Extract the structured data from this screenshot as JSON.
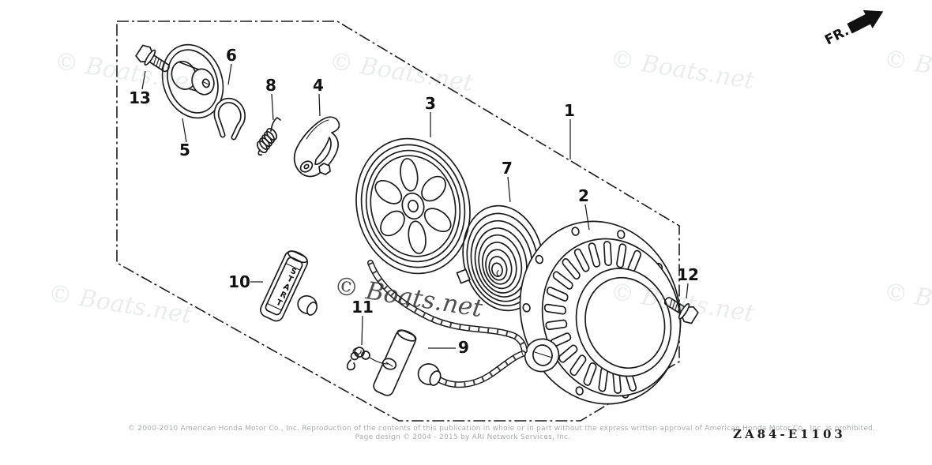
{
  "watermark": {
    "text": "© Boats.net"
  },
  "direction_indicator": {
    "label": "FR."
  },
  "diagram_code": "ZA84-E1103",
  "grip_text": "START",
  "callouts": {
    "c1": "1",
    "c2": "2",
    "c3": "3",
    "c4": "4",
    "c5": "5",
    "c6": "6",
    "c7": "7",
    "c8": "8",
    "c9": "9",
    "c10": "10",
    "c11": "11",
    "c12": "12",
    "c13": "13"
  },
  "footer": {
    "copyright_line": "© 2000-2010 American Honda Motor Co., Inc. Reproduction of the contents of this publication in whole or in part without the express written approval of American Honda Motor Co., Inc. is prohibited.",
    "design_line": "Page design © 2004 - 2015 by ARI Network Services, Inc."
  }
}
